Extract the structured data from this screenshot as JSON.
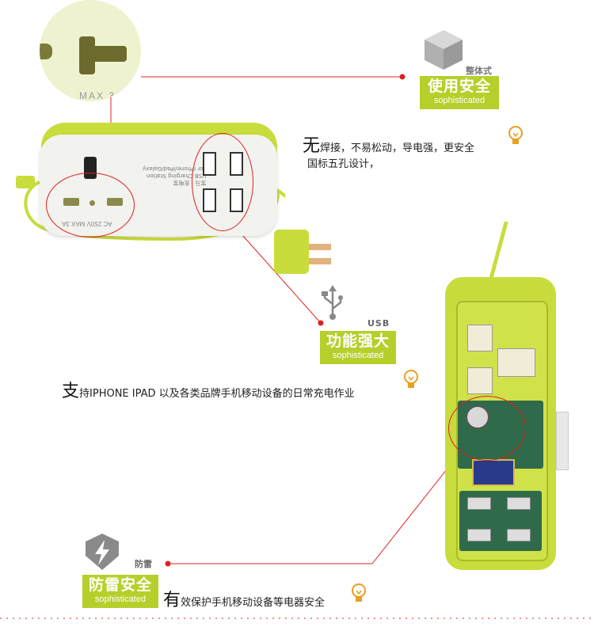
{
  "section1": {
    "icon": "cube-icon",
    "tag": "整体式",
    "badge_title": "使用安全",
    "badge_sub": "sophisticated",
    "desc_first": "无",
    "desc_rest": "焊接，不易松动，导电强，更安全",
    "desc_line2": "国标五孔设计，"
  },
  "section2": {
    "icon": "usb-icon",
    "tag": "USB",
    "badge_title": "功能强大",
    "badge_sub": "sophisticated",
    "desc_first": "支",
    "desc_rest": "持IPHONE IPAD 以及各类品牌手机移动设备的日常充电作业"
  },
  "section3": {
    "icon": "lightning-shield-icon",
    "tag": "防雷",
    "badge_title": "防雷安全",
    "badge_sub": "sophisticated",
    "desc_first": "有",
    "desc_rest": "效保护手机移动设备等电器安全"
  },
  "product": {
    "label_line1": "宝马 · 充电宝",
    "label_line2": "USB Charging Station",
    "label_line3": "For iPhone/iPad/Galaxy",
    "socket_text": "AC 250V MAX 3A",
    "zoom_text": "MAX 3A"
  },
  "colors": {
    "accent": "#b7cf2a",
    "line": "#e02020",
    "product_green": "#c8dc3c"
  }
}
